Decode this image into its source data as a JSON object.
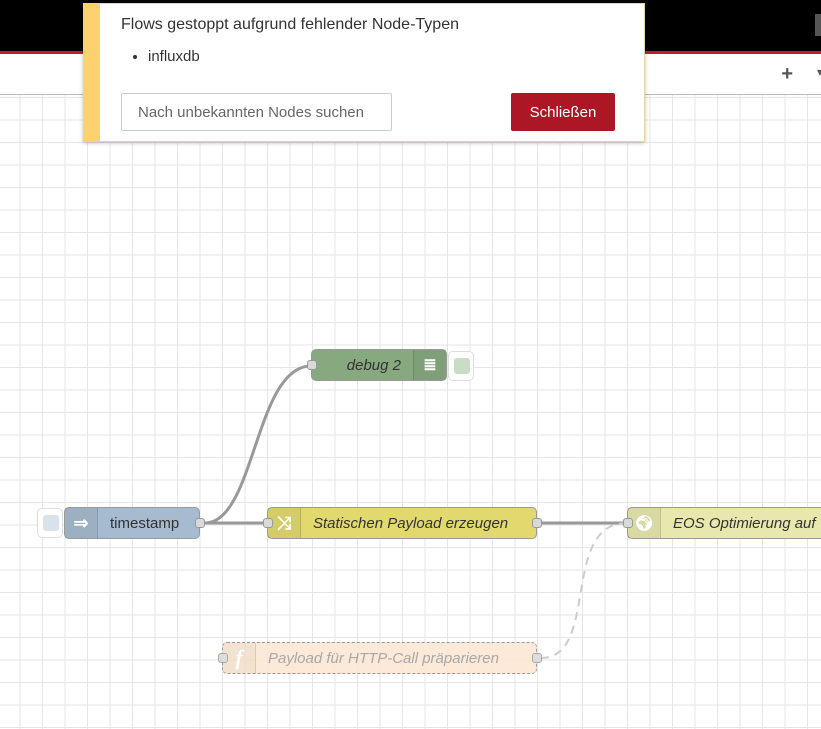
{
  "toolbar": {
    "add_icon": "+",
    "chevron_icon": "▾"
  },
  "notification": {
    "title": "Flows gestoppt aufgrund fehlender Node-Typen",
    "missing_types": [
      "influxdb"
    ],
    "search_placeholder": "Nach unbekannten Nodes suchen",
    "close_label": "Schließen"
  },
  "nodes": {
    "debug": {
      "label": "debug 2",
      "color": "#87a980"
    },
    "inject": {
      "label": "timestamp",
      "color": "#a6bbcf"
    },
    "change": {
      "label": "Statischen Payload erzeugen",
      "color": "#e2d96e"
    },
    "http": {
      "label": "EOS Optimierung auf",
      "color": "#e7e7ae"
    },
    "function": {
      "label": "Payload für HTTP-Call präparieren",
      "color": "#fdd0a2"
    }
  }
}
